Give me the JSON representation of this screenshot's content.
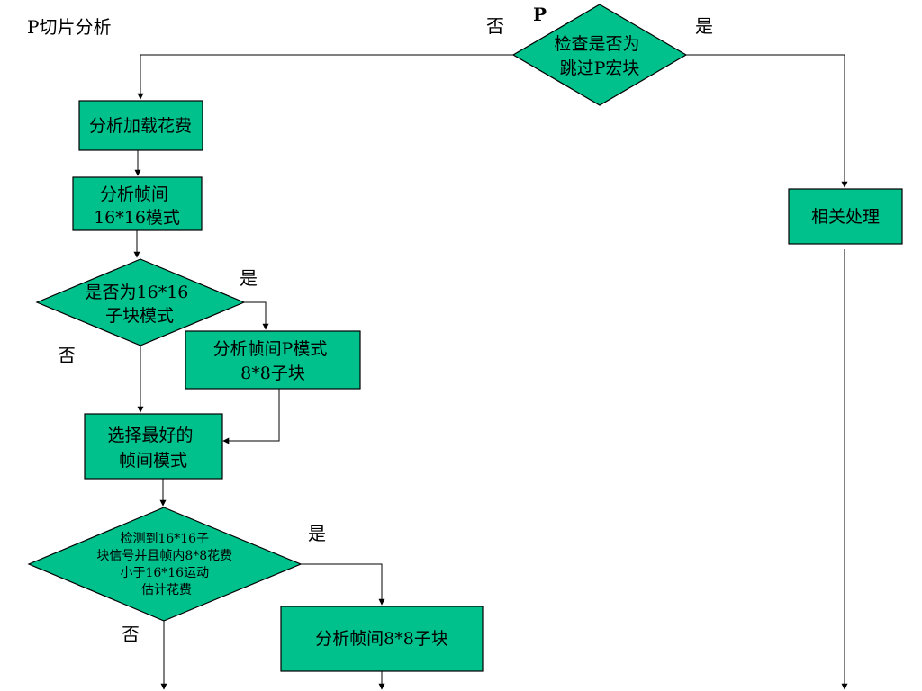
{
  "title": "P切片分析",
  "start_label": "P",
  "nodes": {
    "check_skip": [
      "检查是否为",
      "跳过P宏块"
    ],
    "analyze_load_cost": [
      "分析加载花费"
    ],
    "analyze_inter_16x16": [
      "分析帧间",
      "16*16模式"
    ],
    "is_16x16_sub": [
      "是否为16*16",
      "子块模式"
    ],
    "analyze_inter_p8x8": [
      "分析帧间P模式",
      "8*8子块"
    ],
    "select_best_inter": [
      "选择最好的",
      "帧间模式"
    ],
    "detect_16x16_signal": [
      "检测到16*16子",
      "块信号并且帧内8*8花费",
      "小于16*16运动",
      "估计花费"
    ],
    "analyze_inter_8x8_sub": [
      "分析帧间8*8子块"
    ],
    "related_processing": [
      "相关处理"
    ]
  },
  "edge_labels": {
    "check_skip_no": "否",
    "check_skip_yes": "是",
    "is_16x16_sub_yes": "是",
    "is_16x16_sub_no": "否",
    "detect_yes": "是",
    "detect_no": "否"
  }
}
